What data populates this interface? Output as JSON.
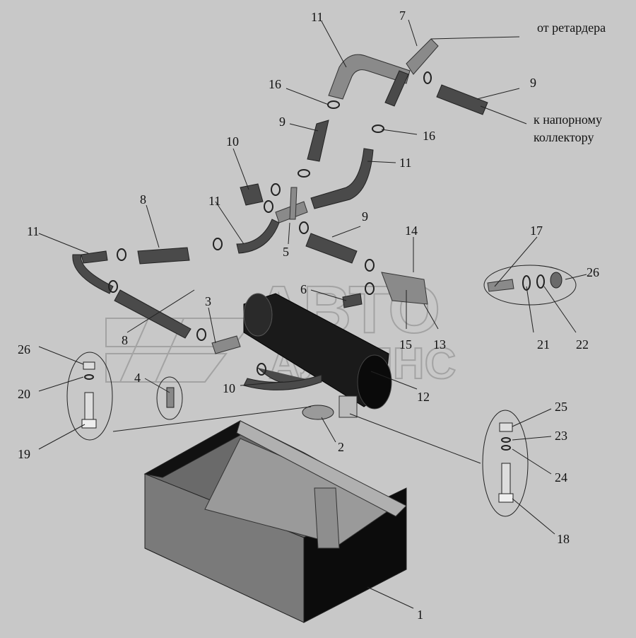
{
  "watermark": {
    "line1": "АВТО",
    "line2": "АЛЬЯНС"
  },
  "notes": {
    "from_retarder": "от ретардера",
    "to_pressure_1": "к напорному",
    "to_pressure_2": "коллектору"
  },
  "callouts": {
    "c1": "1",
    "c2": "2",
    "c3": "3",
    "c4": "4",
    "c5": "5",
    "c6": "6",
    "c7": "7",
    "c8a": "8",
    "c8b": "8",
    "c9a": "9",
    "c9b": "9",
    "c9c": "9",
    "c10a": "10",
    "c10b": "10",
    "c11a": "11",
    "c11b": "11",
    "c11c": "11",
    "c11d": "11",
    "c12": "12",
    "c13": "13",
    "c14": "14",
    "c15": "15",
    "c16a": "16",
    "c16b": "16",
    "c17": "17",
    "c18": "18",
    "c19": "19",
    "c20": "20",
    "c21": "21",
    "c22": "22",
    "c23": "23",
    "c24": "24",
    "c25": "25",
    "c26a": "26",
    "c26b": "26"
  }
}
